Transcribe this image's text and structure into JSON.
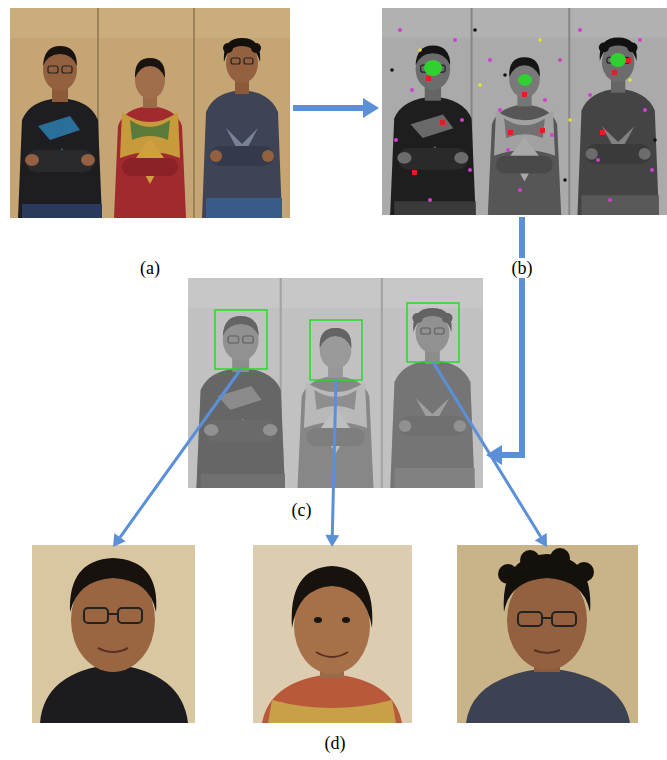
{
  "diagram": {
    "nodes": [
      {
        "text": [
          "(a)"
        ]
      },
      {
        "text": [
          "(b)"
        ]
      },
      {
        "text": [
          "(c)"
        ]
      },
      {
        "text": [
          "(d)"
        ]
      }
    ],
    "edges": [
      {
        "from": 0,
        "to": 1,
        "arrow": "to"
      },
      {
        "from": 1,
        "to": 2,
        "arrow": "to"
      },
      {
        "from": 2,
        "to": 3,
        "arrow": "to"
      },
      {
        "from": 2,
        "to": 3,
        "arrow": "to"
      },
      {
        "from": 2,
        "to": 3,
        "arrow": "to"
      }
    ]
  }
}
